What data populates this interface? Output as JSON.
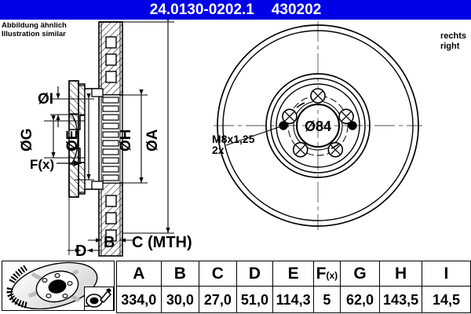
{
  "header": {
    "part_number": "24.0130-0202.1",
    "reference_number": "430202",
    "background_color": "#0000E6",
    "text_color": "#FFFFFF"
  },
  "notes": {
    "illustration_de": "Abbildung ähnlich",
    "illustration_en": "Illustration similar",
    "side_de": "rechts",
    "side_en": "right"
  },
  "section_view": {
    "labels": {
      "dia_i": "ØI",
      "dia_g": "ØG",
      "dia_e": "ØE",
      "dia_h": "ØH",
      "dia_a": "ØA",
      "f_x": "F(x)",
      "b": "B",
      "c": "C (MTH)",
      "d": "D"
    }
  },
  "front_view": {
    "center_bore_label": "Ø84",
    "thread_label": "M8x1,25",
    "thread_count": "2x",
    "lug_hole_count": 5
  },
  "table": {
    "columns": [
      "A",
      "B",
      "C",
      "D",
      "E",
      "F(x)",
      "G",
      "H",
      "I"
    ],
    "f_x_main": "F",
    "f_x_sub": "(x)",
    "values": [
      "334,0",
      "30,0",
      "27,0",
      "51,0",
      "114,3",
      "5",
      "62,0",
      "143,5",
      "14,5"
    ]
  },
  "icons": {
    "product_photo": "brake-disc-photo",
    "coating": "spray-coating-icon"
  }
}
